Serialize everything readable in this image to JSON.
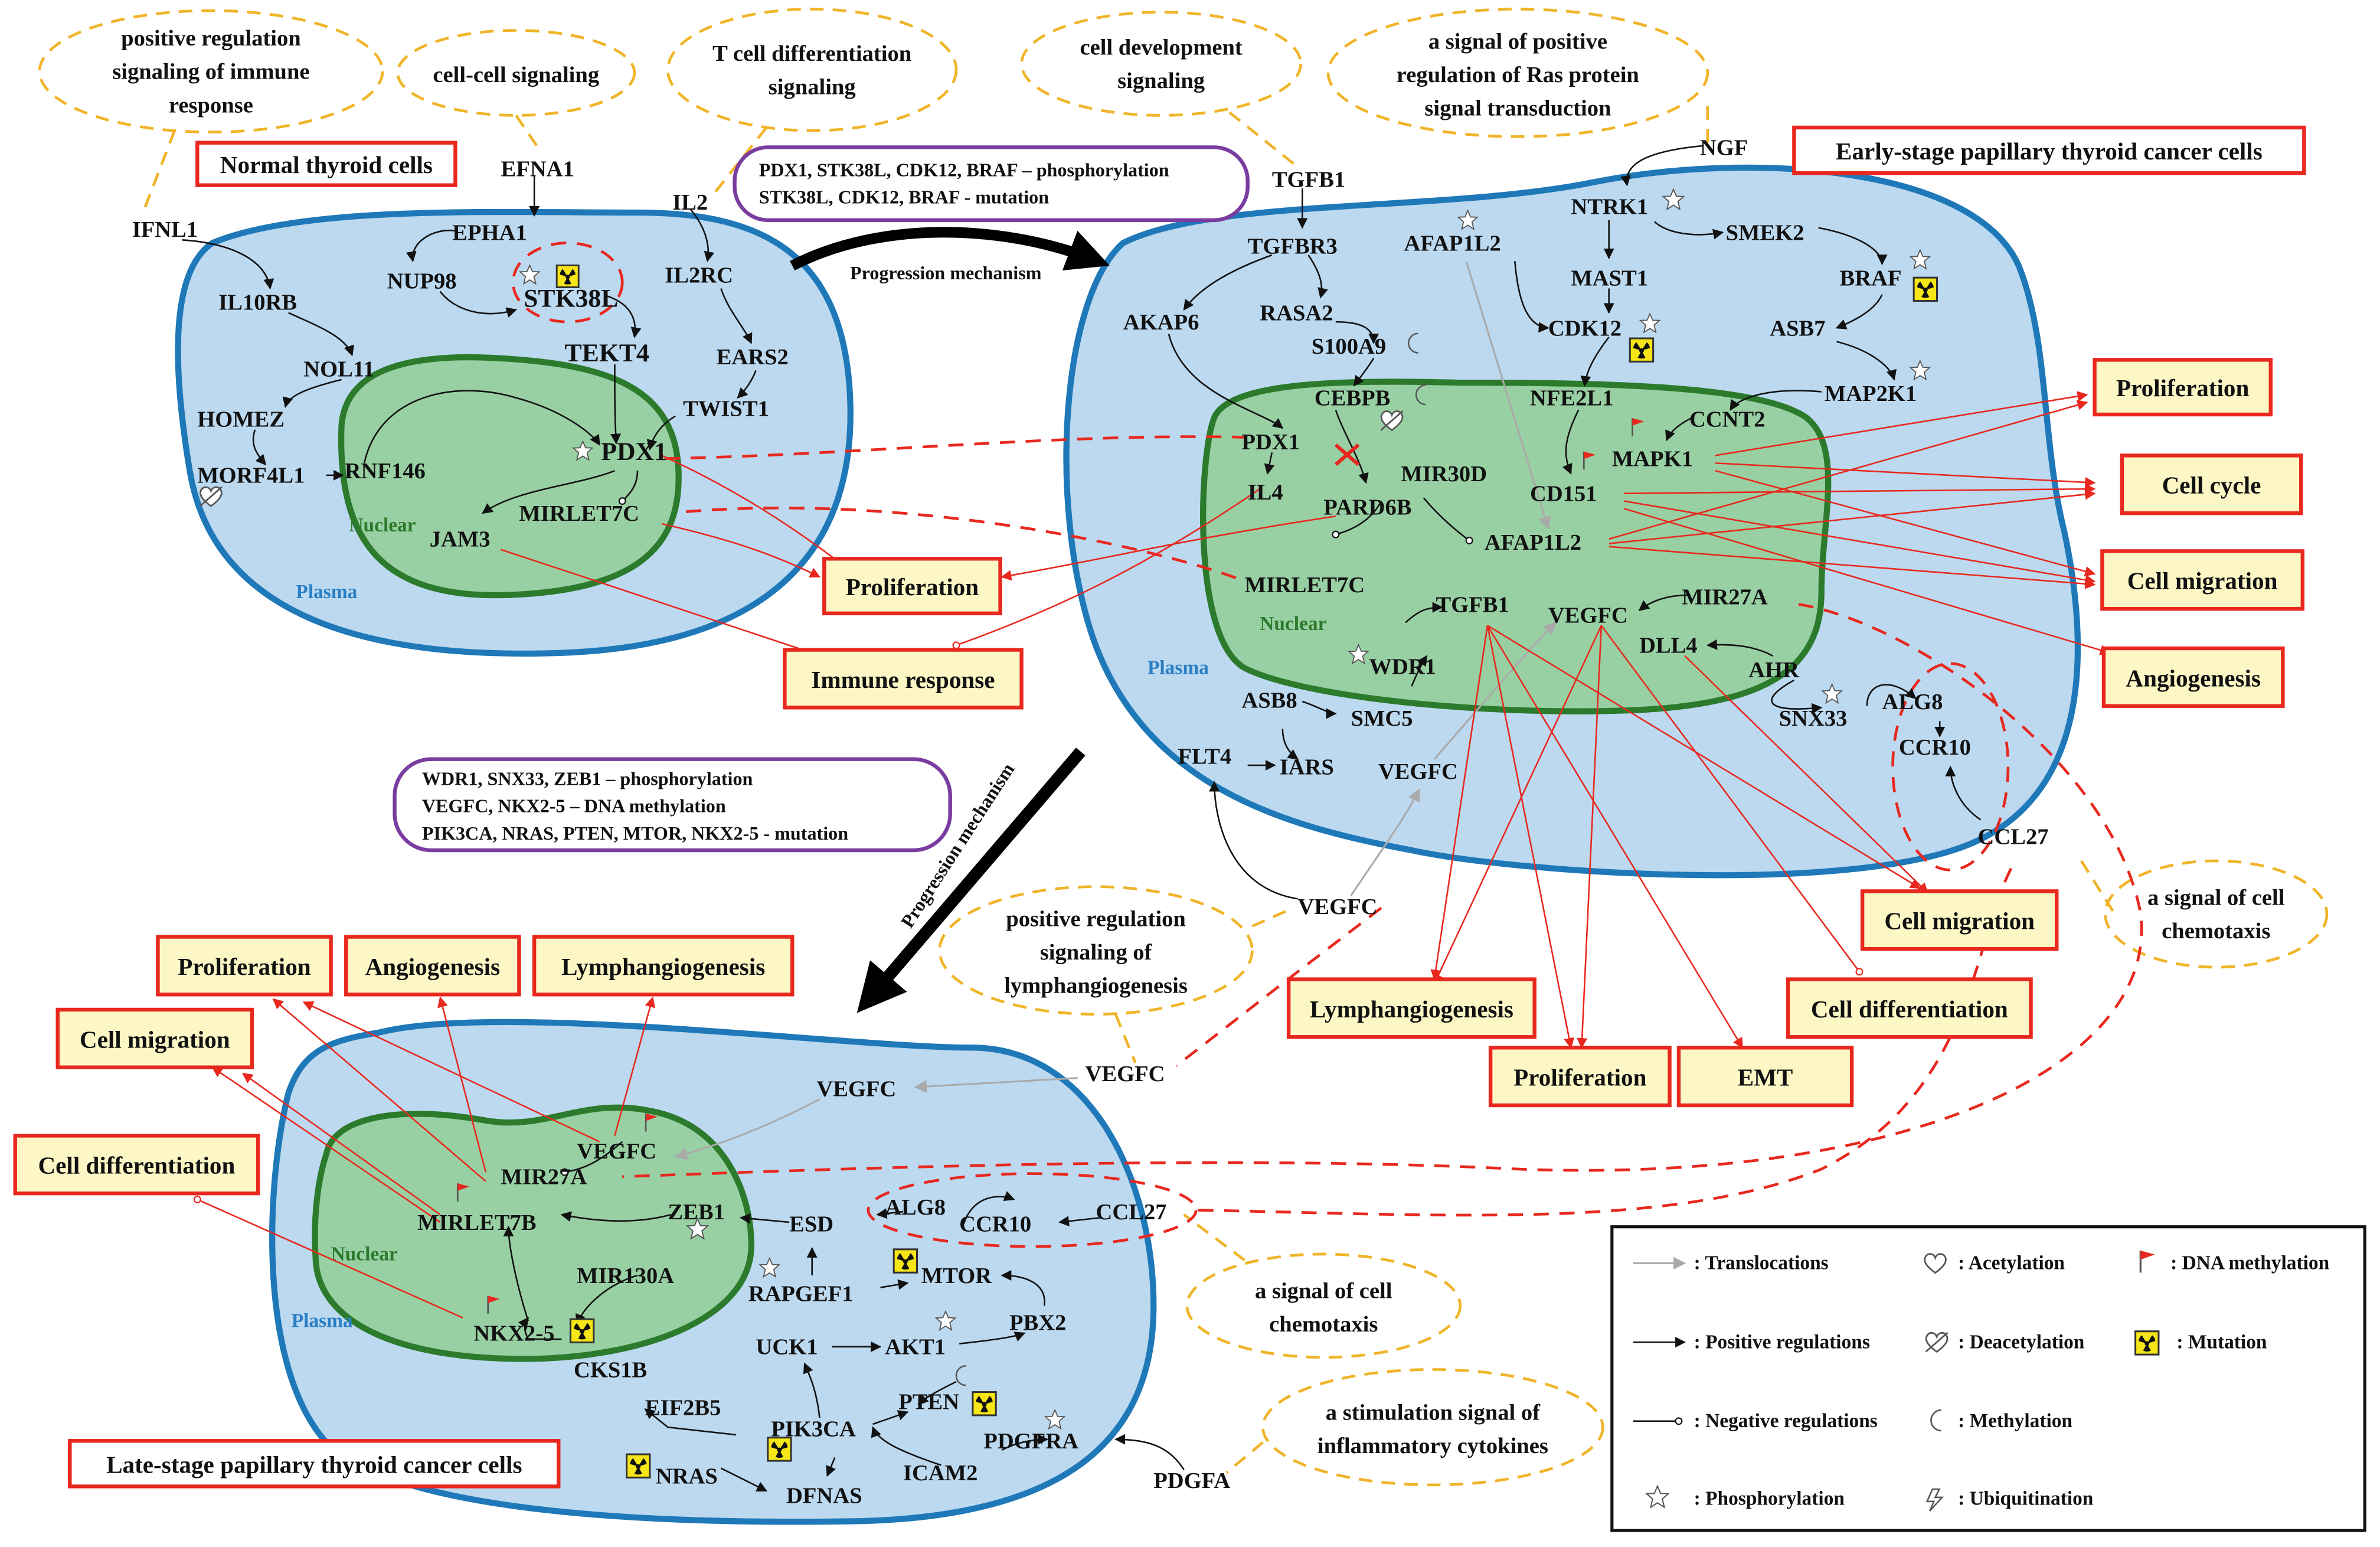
{
  "cells": {
    "normal": "Normal thyroid cells",
    "early": "Early-stage papillary thyroid cancer cells",
    "late": "Late-stage papillary thyroid cancer cells"
  },
  "compartments": {
    "plasma": "Plasma",
    "nuclear": "Nuclear"
  },
  "signals": {
    "s1": [
      "positive regulation",
      "signaling of immune",
      "response"
    ],
    "s2": [
      "cell-cell signaling"
    ],
    "s3": [
      "T cell differentiation",
      "signaling"
    ],
    "s4": [
      "cell development",
      "signaling"
    ],
    "s5": [
      "a signal of positive",
      "regulation of Ras protein",
      "signal transduction"
    ],
    "s6": [
      "positive regulation",
      "signaling of",
      "lymphangiogenesis"
    ],
    "s7": [
      "a signal of cell",
      "chemotaxis"
    ],
    "s8": [
      "a signal of cell",
      "chemotaxis"
    ],
    "s9": [
      "a stimulation signal of",
      "inflammatory cytokines"
    ]
  },
  "progression": {
    "label": "Progression mechanism",
    "mod1": [
      "PDX1, STK38L, CDK12, BRAF – phosphorylation",
      "STK38L, CDK12, BRAF - mutation"
    ],
    "mod2": [
      "WDR1, SNX33, ZEB1  –  phosphorylation",
      "VEGFC,  NKX2-5  –  DNA methylation",
      "PIK3CA, NRAS, PTEN, MTOR, NKX2-5 - mutation"
    ]
  },
  "genes": {
    "normal": {
      "IFNL1": "IFNL1",
      "IL10RB": "IL10RB",
      "NOL11": "NOL11",
      "HOMEZ": "HOMEZ",
      "MORF4L1": "MORF4L1",
      "EFNA1": "EFNA1",
      "EPHA1": "EPHA1",
      "NUP98": "NUP98",
      "STK38L": "STK38L",
      "TEKT4": "TEKT4",
      "IL2": "IL2",
      "IL2RC": "IL2RC",
      "EARS2": "EARS2",
      "TWIST1": "TWIST1",
      "RNF146": "RNF146",
      "PDX1": "PDX1",
      "MIRLET7C": "MIRLET7C",
      "JAM3": "JAM3"
    },
    "early": {
      "TGFB1_out": "TGFB1",
      "TGFBR3": "TGFBR3",
      "AFAP1L2_a": "AFAP1L2",
      "NGF": "NGF",
      "NTRK1": "NTRK1",
      "SMEK2": "SMEK2",
      "MAST1": "MAST1",
      "BRAF": "BRAF",
      "AKAP6": "AKAP6",
      "RASA2": "RASA2",
      "CDK12": "CDK12",
      "ASB7": "ASB7",
      "S100A9": "S100A9",
      "CEBPB": "CEBPB",
      "NFE2L1": "NFE2L1",
      "MAP2K1": "MAP2K1",
      "CCNT2": "CCNT2",
      "PDX1": "PDX1",
      "MAPK1": "MAPK1",
      "IL4": "IL4",
      "MIR30D": "MIR30D",
      "CD151": "CD151",
      "PARD6B": "PARD6B",
      "AFAP1L2_b": "AFAP1L2",
      "MIRLET7C": "MIRLET7C",
      "MIR27A": "MIR27A",
      "TGFB1": "TGFB1",
      "VEGFC": "VEGFC",
      "DLL4": "DLL4",
      "WDR1": "WDR1",
      "AHR": "AHR",
      "ALG8": "ALG8",
      "SNX33": "SNX33",
      "ASB8": "ASB8",
      "SMC5": "SMC5",
      "CCR10": "CCR10",
      "FLT4": "FLT4",
      "IARS": "IARS",
      "VEGFC_b": "VEGFC",
      "CCL27": "CCL27",
      "VEGFC_out": "VEGFC"
    },
    "late": {
      "VEGFC_in": "VEGFC",
      "VEGFC_out": "VEGFC",
      "VEGFC_n": "VEGFC",
      "MIR27A": "MIR27A",
      "MIRLET7B": "MIRLET7B",
      "ZEB1": "ZEB1",
      "ESD": "ESD",
      "ALG8": "ALG8",
      "CCR10": "CCR10",
      "CCL27": "CCL27",
      "MIR130A": "MIR130A",
      "RAPGEF1": "RAPGEF1",
      "MTOR": "MTOR",
      "PBX2": "PBX2",
      "NKX2_5": "NKX2-5",
      "CKS1B": "CKS1B",
      "UCK1": "UCK1",
      "AKT1": "AKT1",
      "EIF2B5": "EIF2B5",
      "PTEN": "PTEN",
      "PIK3CA": "PIK3CA",
      "PDGFRA": "PDGFRA",
      "NRAS": "NRAS",
      "ICAM2": "ICAM2",
      "DFNAS": "DFNAS",
      "PDGFA": "PDGFA"
    }
  },
  "outcomes": {
    "normal": {
      "proliferation": "Proliferation",
      "immune": "Immune response"
    },
    "early": {
      "proliferation": "Proliferation",
      "cell_cycle": "Cell cycle",
      "cell_migration": "Cell migration",
      "angiogenesis": "Angiogenesis",
      "cell_migration2": "Cell migration",
      "lymphangiogenesis": "Lymphangiogenesis",
      "cell_differentiation": "Cell differentiation",
      "proliferation2": "Proliferation",
      "emt": "EMT"
    },
    "late": {
      "proliferation": "Proliferation",
      "angiogenesis": "Angiogenesis",
      "lymphangiogenesis": "Lymphangiogenesis",
      "cell_migration": "Cell migration",
      "cell_differentiation": "Cell differentiation"
    }
  },
  "legend": {
    "translocations": ": Translocations",
    "positive": ": Positive regulations",
    "negative": ": Negative regulations",
    "phosphorylation": ": Phosphorylation",
    "acetylation": ": Acetylation",
    "deacetylation": ": Deacetylation",
    "methylation": ": Methylation",
    "ubiquitination": ": Ubiquitination",
    "dna_methylation": ": DNA methylation",
    "mutation": ": Mutation"
  },
  "colors": {
    "plasma_fill": "#bcd9f0",
    "plasma_stroke": "#1f78b8",
    "nucleus_fill": "#98d0a4",
    "nucleus_stroke": "#2c7a2c",
    "outcome_fill": "#fdf7c6",
    "outcome_stroke": "#e8281e",
    "signal_stroke": "#f0b428",
    "modification_stroke": "#7a3ca0"
  }
}
